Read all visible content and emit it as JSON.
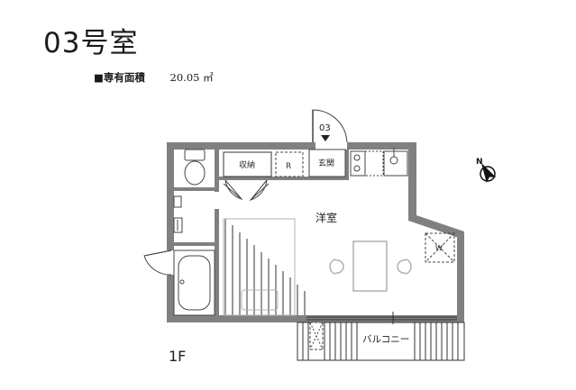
{
  "unit": {
    "title": "03号室",
    "area_label": "■専有面積",
    "area_value": "20.05 ㎡",
    "floor": "1F"
  },
  "rooms": {
    "storage": "収納",
    "refrigerator": "R",
    "entrance": "玄関",
    "door_number": "03",
    "western_room": "洋室",
    "washer": "W",
    "balcony": "バルコニー"
  },
  "compass": {
    "north": "N"
  },
  "colors": {
    "wall": "#808080",
    "line": "#555555",
    "light_line": "#b0b0b0"
  }
}
